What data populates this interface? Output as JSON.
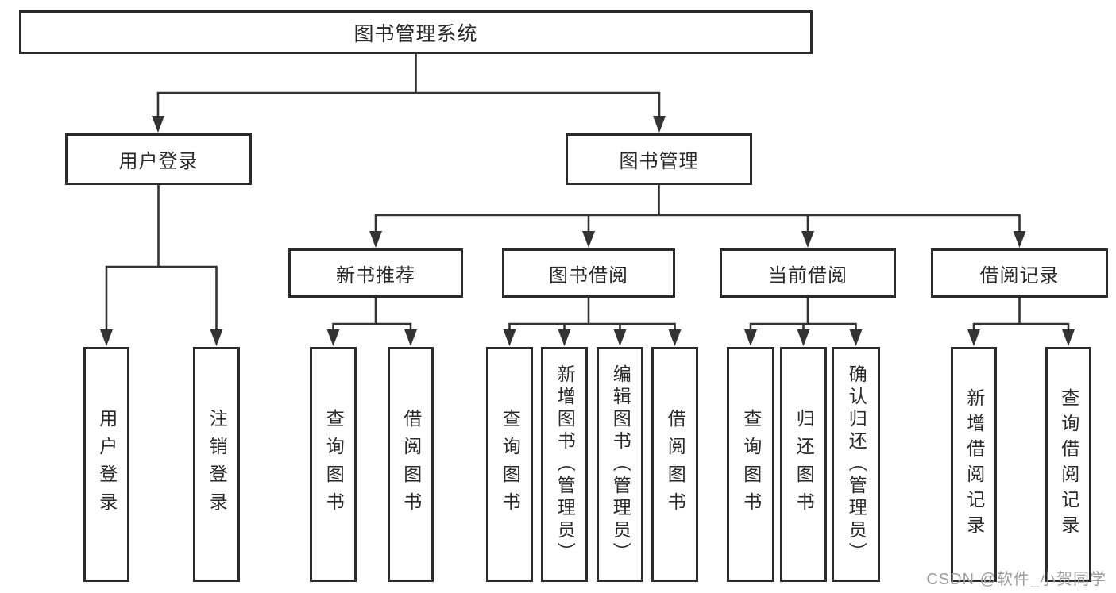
{
  "diagram": {
    "root": {
      "label": "图书管理系统"
    },
    "level2": [
      {
        "label": "用户登录"
      },
      {
        "label": "图书管理"
      }
    ],
    "level3": [
      {
        "label": "新书推荐"
      },
      {
        "label": "图书借阅"
      },
      {
        "label": "当前借阅"
      },
      {
        "label": "借阅记录"
      }
    ],
    "leaves": {
      "user_login": [
        {
          "label": "用户登录"
        },
        {
          "label": "注销登录"
        }
      ],
      "new_book_recommend": [
        {
          "label": "查询图书"
        },
        {
          "label": "借阅图书"
        }
      ],
      "book_borrow": [
        {
          "label": "查询图书"
        },
        {
          "label": "新增图书（管理员）"
        },
        {
          "label": "编辑图书（管理员）"
        },
        {
          "label": "借阅图书"
        }
      ],
      "current_borrow": [
        {
          "label": "查询图书"
        },
        {
          "label": "归还图书"
        },
        {
          "label": "确认归还（管理员）"
        }
      ],
      "borrow_records": [
        {
          "label": "新增借阅记录"
        },
        {
          "label": "查询借阅记录"
        }
      ]
    },
    "watermark": "CSDN @软件_小贺同学",
    "colors": {
      "line": "#333333",
      "border": "#2b2b2b",
      "text": "#2a2a2a",
      "watermark": "#9e9e9e",
      "background": "#ffffff"
    }
  }
}
